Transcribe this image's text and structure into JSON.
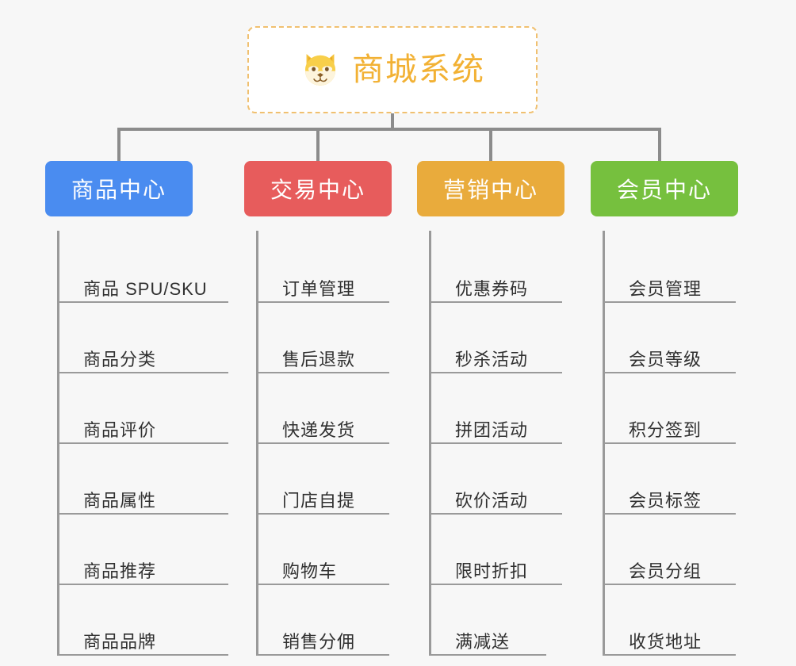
{
  "diagram": {
    "type": "mind-map",
    "background_color": "#f7f7f7",
    "root": {
      "title": "商城系统",
      "icon": "shiba-dog-face-icon",
      "border_color": "#f0c070",
      "text_color": "#f2b134",
      "background_color": "#ffffff"
    },
    "connector_color": "#8c8c8c",
    "branches": [
      {
        "label": "商品中心",
        "color": "#4a8cf0",
        "items": [
          "商品 SPU/SKU",
          "商品分类",
          "商品评价",
          "商品属性",
          "商品推荐",
          "商品品牌"
        ]
      },
      {
        "label": "交易中心",
        "color": "#e75c5c",
        "items": [
          "订单管理",
          "售后退款",
          "快递发货",
          "门店自提",
          "购物车",
          "销售分佣"
        ]
      },
      {
        "label": "营销中心",
        "color": "#e9ab3c",
        "items": [
          "优惠券码",
          "秒杀活动",
          "拼团活动",
          "砍价活动",
          "限时折扣",
          "满减送"
        ]
      },
      {
        "label": "会员中心",
        "color": "#76c03e",
        "items": [
          "会员管理",
          "会员等级",
          "积分签到",
          "会员标签",
          "会员分组",
          "收货地址"
        ]
      }
    ]
  }
}
